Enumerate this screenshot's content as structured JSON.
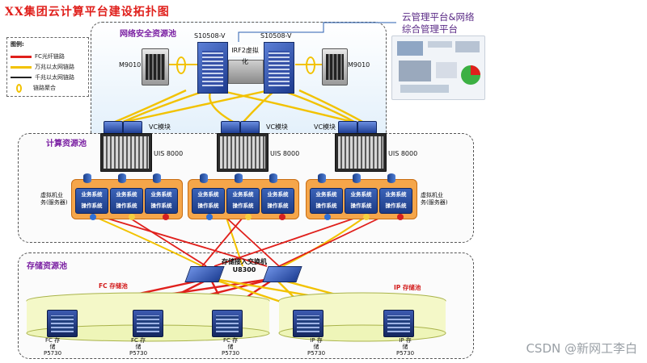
{
  "title": "XX集团云计算平台建设拓扑图",
  "legend": {
    "title": "图例:",
    "items": [
      {
        "label": "FC光纤链路",
        "color": "#e0201c"
      },
      {
        "label": "万兆以太网链路",
        "color": "#f2c200"
      },
      {
        "label": "千兆以太网链路",
        "color": "#222222"
      },
      {
        "label": "链路聚合",
        "color": "#f2c200"
      }
    ]
  },
  "zones": {
    "network": "网络安全资源池",
    "compute": "计算资源池",
    "storage": "存储资源池"
  },
  "cloud_mgmt": {
    "line1": "云管理平台&网络",
    "line2": "综合管理平台"
  },
  "network_devices": {
    "core_left": "S10508-V",
    "core_right": "S10508-V",
    "irf": "IRF2虚拟化",
    "fw_left": "M9010",
    "fw_right": "M9010"
  },
  "vc_label": "VC模块",
  "uis_label": "UIS 8000",
  "biz_label": "业务系统",
  "os_label": "操作系统",
  "vm_left": {
    "line1": "虚拟机业",
    "line2": "务(服务器)"
  },
  "vm_right": {
    "line1": "虚拟机业",
    "line2": "务(服务器)"
  },
  "storage_switch": {
    "line1": "存储接入交换机",
    "line2": "U8300"
  },
  "pools": {
    "fc": "FC 存储池",
    "ip": "IP 存储池"
  },
  "storage_units": [
    {
      "line1": "FC 存",
      "line2": "储",
      "line3": "P5730"
    },
    {
      "line1": "FC 存",
      "line2": "储",
      "line3": "P5730"
    },
    {
      "line1": "FC 存",
      "line2": "储",
      "line3": "P5730"
    },
    {
      "line1": "IP 存",
      "line2": "储",
      "line3": "P5730"
    },
    {
      "line1": "IP 存",
      "line2": "储",
      "line3": "P5730"
    }
  ],
  "watermark": "CSDN @新网工李白"
}
